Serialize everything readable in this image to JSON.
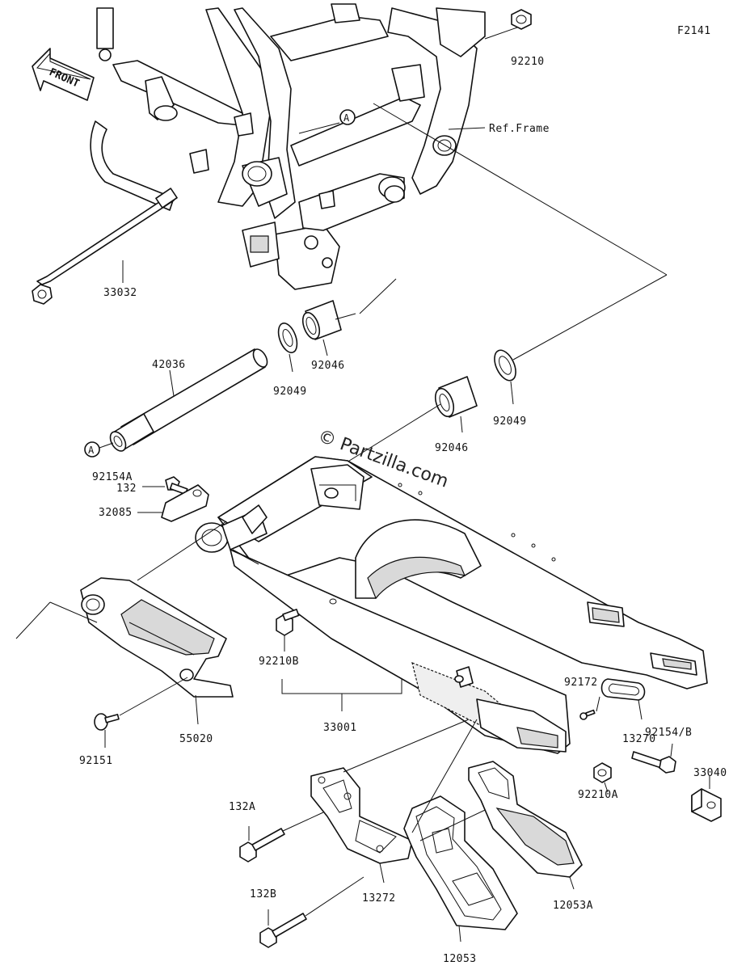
{
  "figure_id": "F2141",
  "front_label": "FRONT",
  "watermark": "© Partzilla.com",
  "ref_frame": "Ref.Frame",
  "callout_a": "A",
  "parts": {
    "p92210": "92210",
    "p33032": "33032",
    "p42036": "42036",
    "p92049_l": "92049",
    "p92046_l": "92046",
    "p92049_r": "92049",
    "p92046_r": "92046",
    "p92154A": "92154A",
    "p132": "132",
    "p32085": "32085",
    "p92210B": "92210B",
    "p33001": "33001",
    "p55020": "55020",
    "p92151": "92151",
    "p92172": "92172",
    "p13270": "13270",
    "p92210A": "92210A",
    "p92154B": "92154/B",
    "p33040": "33040",
    "p132A": "132A",
    "p132B": "132B",
    "p13272": "13272",
    "p12053": "12053",
    "p12053A": "12053A"
  }
}
